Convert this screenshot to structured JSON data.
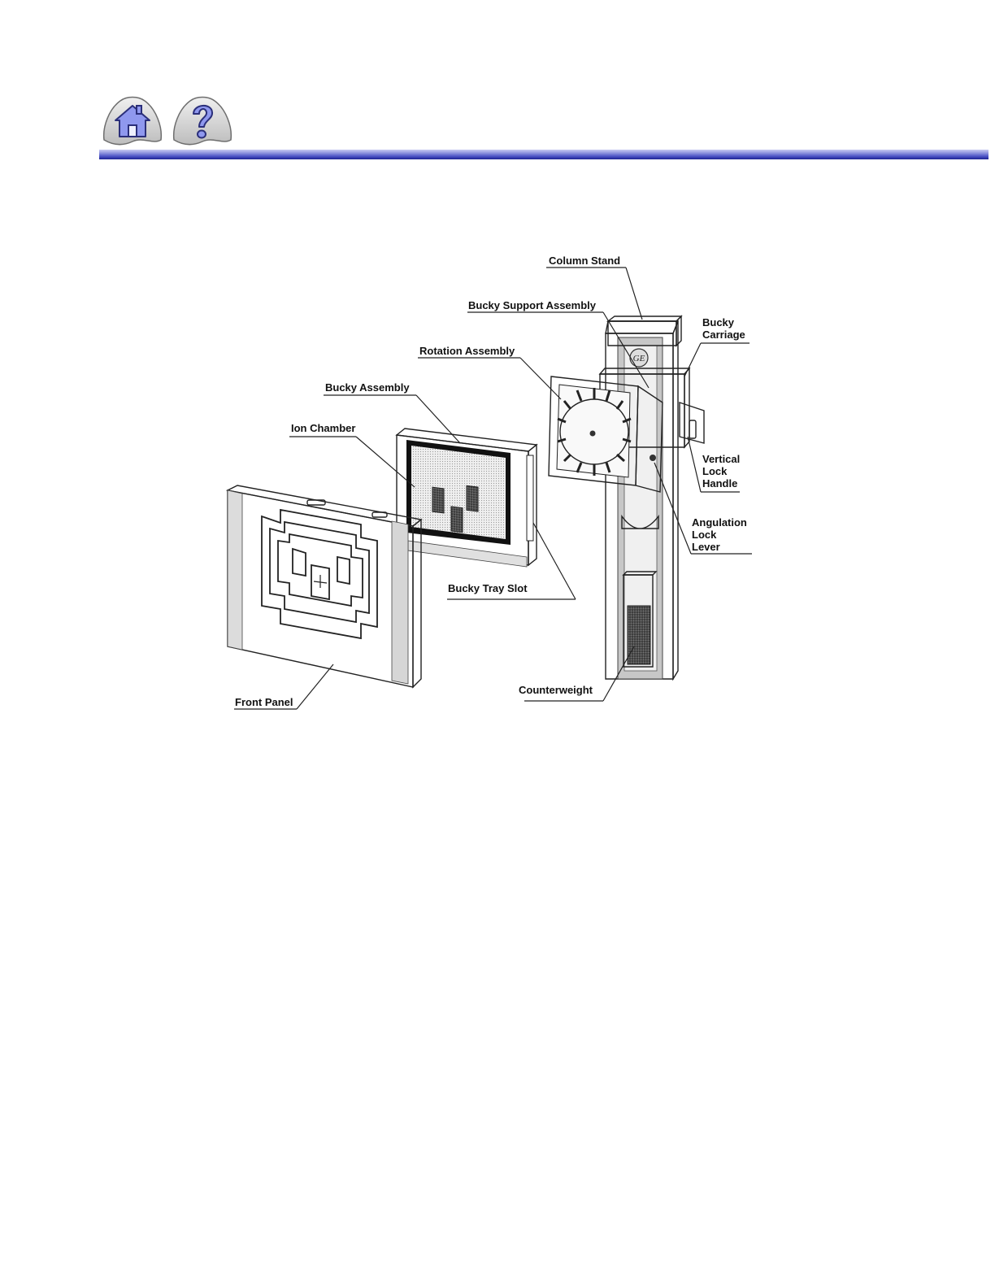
{
  "nav": {
    "home_icon": "home-icon",
    "help_icon": "help-question-icon"
  },
  "colors": {
    "header_bar": "#2f36b0",
    "nav_button": "#8f98ee"
  },
  "diagram": {
    "labels": {
      "column_stand": "Column Stand",
      "bucky_support_assembly": "Bucky Support Assembly",
      "bucky_carriage_1": "Bucky",
      "bucky_carriage_2": "Carriage",
      "rotation_assembly": "Rotation Assembly",
      "bucky_assembly": "Bucky Assembly",
      "ion_chamber": "Ion Chamber",
      "vertical_lock_handle_1": "Vertical",
      "vertical_lock_handle_2": "Lock",
      "vertical_lock_handle_3": "Handle",
      "angulation_lock_lever_1": "Angulation",
      "angulation_lock_lever_2": "Lock",
      "angulation_lock_lever_3": "Lever",
      "bucky_tray_slot": "Bucky Tray Slot",
      "counterweight": "Counterweight",
      "front_panel": "Front Panel"
    }
  }
}
